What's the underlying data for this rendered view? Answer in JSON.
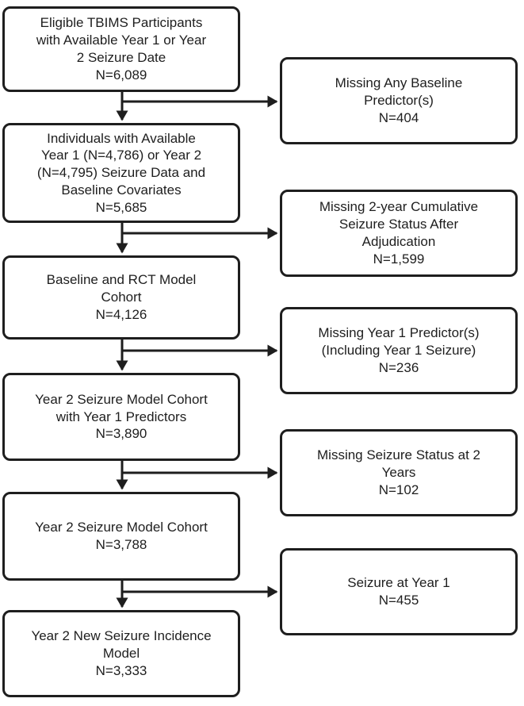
{
  "flowchart": {
    "main": [
      {
        "name": "eligible-participants",
        "text": "Eligible TBIMS Participants\nwith Available Year 1 or Year\n2 Seizure Date\nN=6,089",
        "n": "6,089"
      },
      {
        "name": "available-seizure-data-covariates",
        "text": "Individuals with Available\nYear 1 (N=4,786) or Year 2\n(N=4,795) Seizure Data and\nBaseline Covariates\nN=5,685",
        "n": "5,685"
      },
      {
        "name": "baseline-rct-model-cohort",
        "text": "Baseline and RCT Model\nCohort\nN=4,126",
        "n": "4,126"
      },
      {
        "name": "year2-cohort-with-year1-predictors",
        "text": "Year 2 Seizure Model Cohort\nwith Year 1 Predictors\nN=3,890",
        "n": "3,890"
      },
      {
        "name": "year2-seizure-model-cohort",
        "text": "Year 2 Seizure Model Cohort\nN=3,788",
        "n": "3,788"
      },
      {
        "name": "year2-new-seizure-incidence-model",
        "text": "Year 2 New Seizure Incidence\nModel\nN=3,333",
        "n": "3,333"
      }
    ],
    "exclusions": [
      {
        "name": "missing-baseline-predictors",
        "text": "Missing Any Baseline\nPredictor(s)\nN=404",
        "n": "404"
      },
      {
        "name": "missing-2year-cumulative-seizure-status",
        "text": "Missing 2-year Cumulative\nSeizure Status After\nAdjudication\nN=1,599",
        "n": "1,599"
      },
      {
        "name": "missing-year1-predictors",
        "text": "Missing Year 1 Predictor(s)\n(Including Year 1 Seizure)\nN=236",
        "n": "236"
      },
      {
        "name": "missing-seizure-status-2years",
        "text": "Missing Seizure Status at 2\nYears\nN=102",
        "n": "102"
      },
      {
        "name": "seizure-at-year1",
        "text": "Seizure at Year 1\nN=455",
        "n": "455"
      }
    ],
    "colors": {
      "stroke": "#1e1e1e",
      "box_fill": "#ffffff",
      "background": "#ffffff",
      "text": "#1e1e1e"
    }
  }
}
